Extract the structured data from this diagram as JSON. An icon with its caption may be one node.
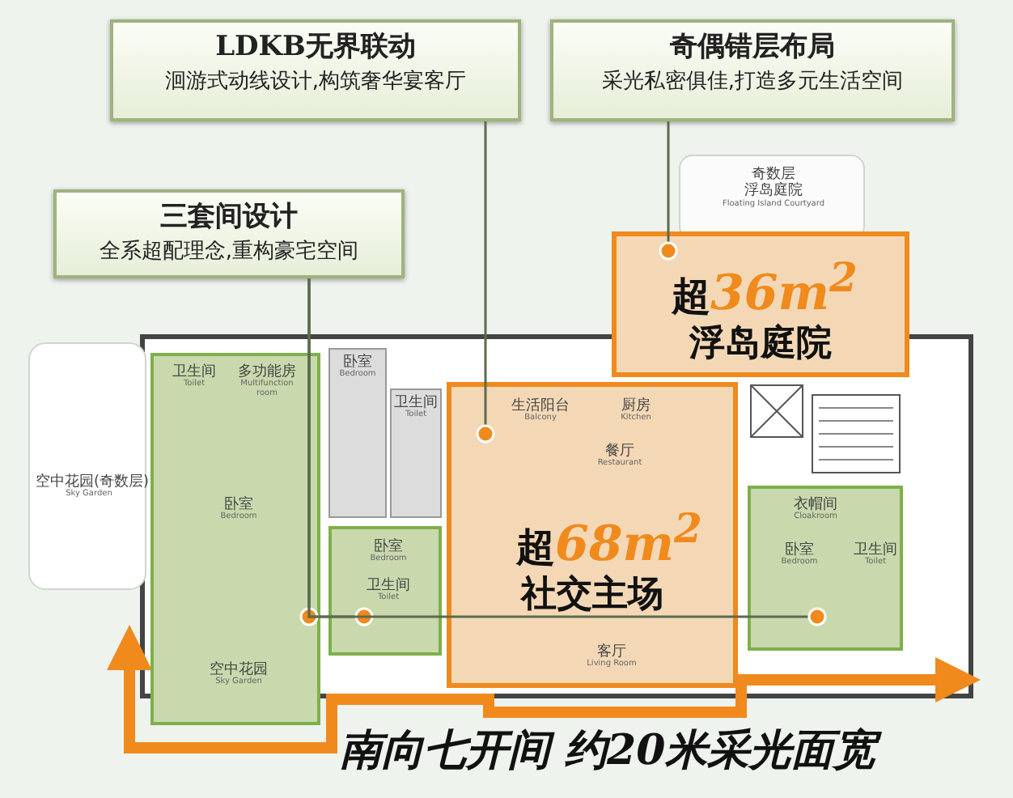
{
  "diagram": {
    "nodes": [
      {
        "text": [
          "LDKB无界联动",
          "洄游式动线设计,构筑奢华宴客厅"
        ]
      },
      {
        "text": [
          "奇偶错层布局",
          "采光私密俱佳,打造多元生活空间"
        ]
      },
      {
        "text": [
          "三套间设计",
          "全系超配理念,重构豪宅空间"
        ]
      },
      {
        "text": [
          "超",
          "36m$^{2}$",
          "浮岛庭院"
        ]
      },
      {
        "text": [],
        "shape": "box"
      },
      {
        "text": [
          "卫生间",
          "Toilet"
        ],
        "in": 4
      },
      {
        "text": [
          "多功能房",
          "Multifunction room"
        ],
        "in": 4
      },
      {
        "text": [
          "卧室",
          "Bedroom"
        ],
        "in": 4
      },
      {
        "text": [
          "空中花园",
          "Sky Garden"
        ],
        "in": 4
      },
      {
        "text": [
          "卧室",
          "Bedroom"
        ]
      },
      {
        "text": [
          "卫生间",
          "Toilet"
        ]
      },
      {
        "text": [
          "超",
          "68m$^{2}$",
          "社交主场"
        ]
      },
      {
        "text": [
          "生活阳台",
          "Balcony"
        ],
        "in": 11
      },
      {
        "text": [
          "厨房",
          "Kitchen"
        ],
        "in": 11
      },
      {
        "text": [
          "餐厅",
          "Restaurant"
        ],
        "in": 11
      },
      {
        "text": [
          "客厅",
          "Living Room"
        ],
        "in": 11
      },
      {
        "text": [],
        "shape": "box"
      },
      {
        "text": [
          "卧室",
          "Bedroom"
        ],
        "in": 16
      },
      {
        "text": [
          "卫生间",
          "Toilet"
        ],
        "in": 16
      },
      {
        "text": [],
        "shape": "box"
      },
      {
        "text": [
          "衣帽间",
          "Cloakroom"
        ],
        "in": 19
      },
      {
        "text": [
          "卧室",
          "Bedroom"
        ],
        "in": 19
      },
      {
        "text": [
          "卫生间",
          "Toilet"
        ],
        "in": 19
      },
      {
        "text": [
          "空中花园(奇数层)",
          "Sky Garden"
        ]
      },
      {
        "text": [
          "奇数层",
          "浮岛庭院",
          "Floating Island Courtyard"
        ]
      }
    ],
    "edges": [
      {
        "from": 0,
        "to": 11,
        "arrow": "other"
      },
      {
        "from": 1,
        "to": 3,
        "arrow": "other"
      },
      {
        "from": 2,
        "to": 4,
        "arrow": "other"
      },
      {
        "from": 2,
        "to": 16,
        "arrow": "other"
      },
      {
        "from": 2,
        "to": 19,
        "arrow": "other"
      }
    ],
    "labels": [
      "南向七开间 约20米采光面宽"
    ]
  }
}
